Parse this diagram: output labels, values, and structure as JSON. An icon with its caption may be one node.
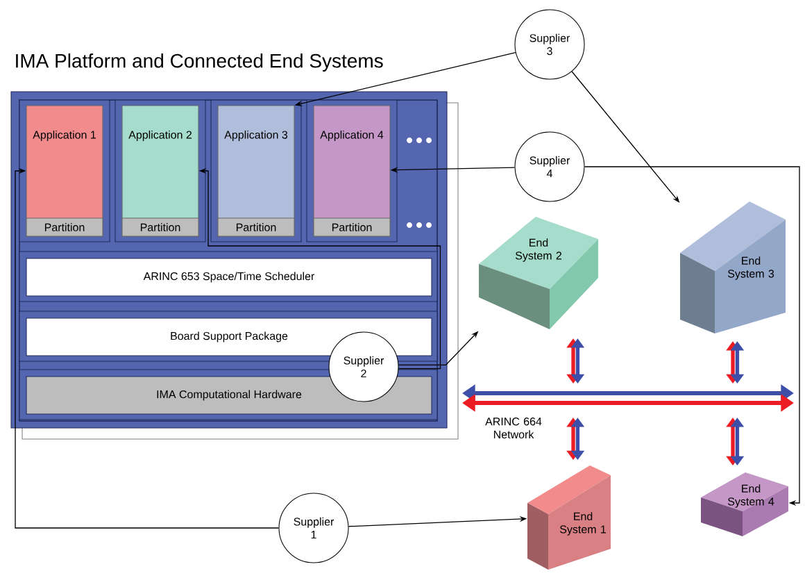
{
  "diagram": {
    "title": "IMA Platform and Connected End Systems",
    "nodes": [
      {
        "text": [],
        "shape": "box"
      },
      {
        "text": [
          "Application 1"
        ],
        "in": 0
      },
      {
        "text": [
          "Partition"
        ],
        "in": 1
      },
      {
        "text": [
          "Application 2"
        ],
        "in": 0
      },
      {
        "text": [
          "Partition"
        ],
        "in": 3
      },
      {
        "text": [
          "Application 3"
        ],
        "in": 0
      },
      {
        "text": [
          "Partition"
        ],
        "in": 5
      },
      {
        "text": [
          "Application 4"
        ],
        "in": 0
      },
      {
        "text": [
          "Partition"
        ],
        "in": 7
      },
      {
        "text": [
          "ARINC 653 Space/Time Scheduler"
        ],
        "in": 0
      },
      {
        "text": [
          "Board Support Package"
        ],
        "in": 0
      },
      {
        "text": [
          "IMA Computational Hardware"
        ],
        "in": 0
      },
      {
        "text": [
          "Supplier 3"
        ]
      },
      {
        "text": [
          "Supplier 4"
        ]
      },
      {
        "text": [
          "End System 2"
        ]
      },
      {
        "text": [
          "End System 3"
        ]
      },
      {
        "text": [
          "Supplier 2"
        ],
        "in": 0
      },
      {
        "text": [
          "ARINC 664 Network"
        ]
      },
      {
        "text": [
          "End System 1"
        ]
      },
      {
        "text": [
          "End System 4"
        ]
      },
      {
        "text": [
          "Supplier 1"
        ]
      }
    ],
    "edges": [
      {
        "from": 12,
        "to": 5,
        "arrow": "to"
      },
      {
        "from": 12,
        "to": 15,
        "arrow": "to"
      },
      {
        "from": 13,
        "to": 7,
        "arrow": "to"
      },
      {
        "from": 13,
        "to": 19,
        "arrow": "to"
      },
      {
        "from": 16,
        "to": 3,
        "arrow": "to"
      },
      {
        "from": 16,
        "to": 14,
        "arrow": "to"
      },
      {
        "from": 20,
        "to": 1,
        "arrow": "to"
      },
      {
        "from": 20,
        "to": 18,
        "arrow": "to"
      },
      {
        "from": 14,
        "to": 17,
        "arrow": "both",
        "style": "thick",
        "color": "#ec1c24"
      },
      {
        "from": 15,
        "to": 17,
        "arrow": "both",
        "style": "thick",
        "color": "#ec1c24"
      },
      {
        "from": 17,
        "to": 18,
        "arrow": "both",
        "style": "thick",
        "color": "#ec1c24"
      },
      {
        "from": 17,
        "to": 19,
        "arrow": "both",
        "style": "thick",
        "color": "#ec1c24"
      }
    ]
  }
}
